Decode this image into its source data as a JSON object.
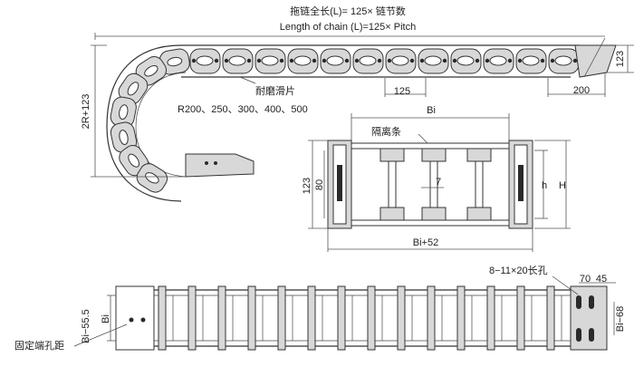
{
  "top_view": {
    "title_cn": "拖链全长(L)= 125× 链节数",
    "title_en": "Length of chain (L)=125× Pitch",
    "pad_label": "耐磨滑片",
    "radius_options": "R200、250、300、400、500",
    "height_dim": "2R+123",
    "pitch_dim": "125",
    "end_dim": "200",
    "link_height_dim": "123"
  },
  "section_view": {
    "width_dim": "Bi",
    "separator_label": "隔离条",
    "separator_width": "7",
    "outer_height": "123",
    "inner_height": "80",
    "h_label": "h",
    "H_label": "H",
    "bottom_dim": "Bi+52"
  },
  "bottom_view": {
    "slot_label": "8−11×20长孔",
    "dim_70": "70",
    "dim_45": "45",
    "left_dim": "Bi−55.5",
    "bi_label": "Bi",
    "right_dim": "Bi−68",
    "hole_label": "固定端孔距"
  }
}
